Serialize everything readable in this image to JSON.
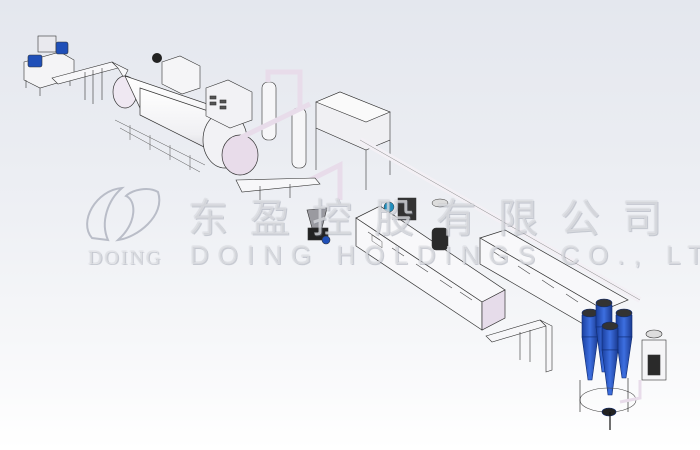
{
  "watermark": {
    "logo_text": "DOING",
    "chinese_name": "东盈控股有限公司",
    "english_name": "DOING HOLDINGS CO., LTD"
  },
  "diagram": {
    "type": "3D CAD isometric rendering",
    "subject": "Industrial processing plant line",
    "components": [
      {
        "id": "shredder",
        "label": "Shredder with blue motors"
      },
      {
        "id": "feed-conveyor-1",
        "label": "Inclined feed conveyor"
      },
      {
        "id": "rotary-reactor",
        "label": "Rotary reactor drum"
      },
      {
        "id": "control-cabinet",
        "label": "Control cabinet"
      },
      {
        "id": "condenser-towers",
        "label": "Vertical condenser towers"
      },
      {
        "id": "dust-collector",
        "label": "Dust collector / filter house"
      },
      {
        "id": "discharge-conveyor",
        "label": "Discharge conveyor"
      },
      {
        "id": "hopper-grinder",
        "label": "Hopper with grinder"
      },
      {
        "id": "cooling-line-1",
        "label": "Cooling/drying tunnel 1"
      },
      {
        "id": "cooling-line-2",
        "label": "Cooling/drying tunnel 2"
      },
      {
        "id": "pump-unit",
        "label": "Pump and motor unit"
      },
      {
        "id": "screw-conveyor",
        "label": "Outlet conveyor"
      },
      {
        "id": "cyclones",
        "label": "Blue cyclone separators (4)"
      },
      {
        "id": "packing-unit",
        "label": "Packing unit"
      }
    ],
    "colors": {
      "background_top": "#e4e7ee",
      "background_bottom": "#ffffff",
      "equipment_white": "#f4f4f6",
      "pipe_lilac": "#e8dcea",
      "motor_blue": "#1f4fb8",
      "cyclone_blue": "#2f5fd0",
      "outline": "#2a2a2a"
    }
  }
}
